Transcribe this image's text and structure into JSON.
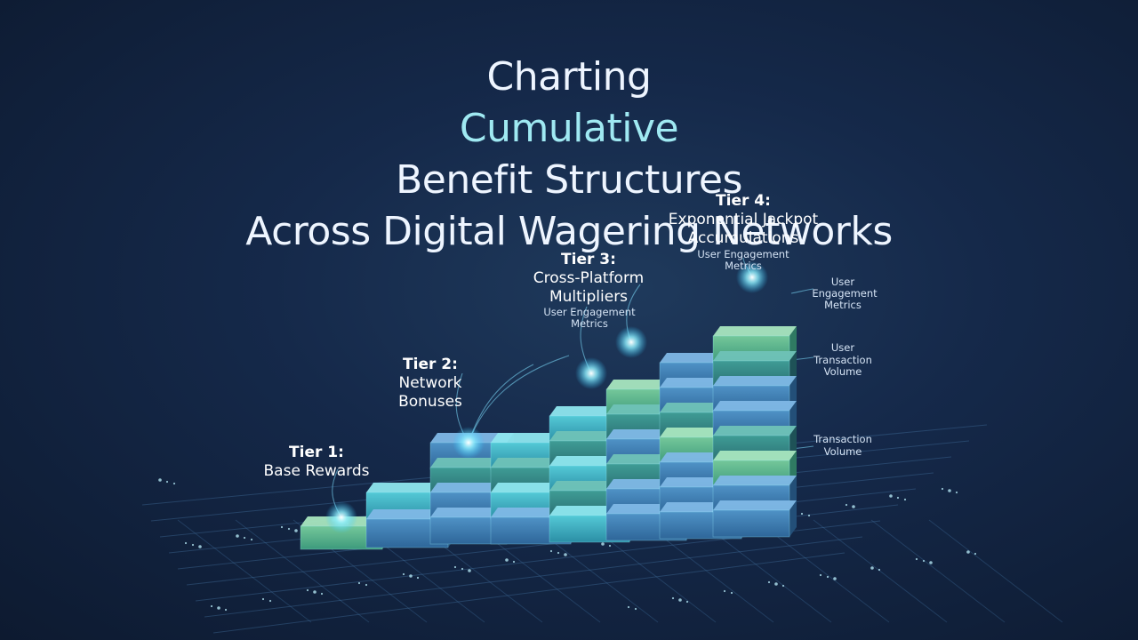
{
  "title": {
    "part1": "Charting ",
    "part2": "Cumulative",
    "part3": " Benefit Structures",
    "line2": "Across Digital Wagering Networks"
  },
  "tiers": [
    {
      "heading": "Tier 1:",
      "lines": [
        "Base Rewards"
      ]
    },
    {
      "heading": "Tier 2:",
      "lines": [
        "Network",
        "Bonuses"
      ]
    },
    {
      "heading": "Tier 3:",
      "lines": [
        "Cross-Platform",
        "Multipliers"
      ]
    },
    {
      "heading": "Tier 4:",
      "lines": [
        "Exponential Jackpot",
        "Accumulations"
      ]
    }
  ],
  "annotations": [
    {
      "lines": [
        "User Engagement",
        "Metrics"
      ]
    },
    {
      "lines": [
        "User Engagement",
        "Metrics"
      ]
    },
    {
      "lines": [
        "User",
        "Engagement",
        "Metrics"
      ]
    },
    {
      "lines": [
        "User",
        "Transaction",
        "Volume"
      ]
    },
    {
      "lines": [
        "Transaction",
        "Volume"
      ]
    }
  ],
  "colors": {
    "accent": "#9fe9f2",
    "glow": "#6fe3ff",
    "block_cyan": "#3fb4c7",
    "block_teal": "#3f8f8c",
    "block_green": "#5fb98f",
    "block_blue": "#3e7fb5"
  }
}
